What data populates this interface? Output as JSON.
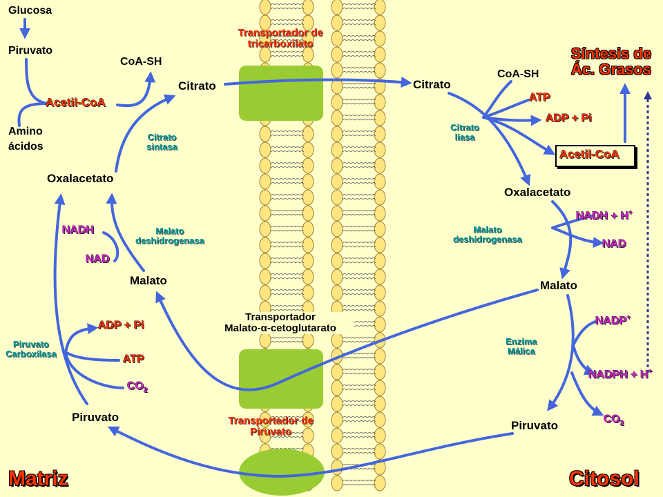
{
  "matrix": {
    "glucosa": "Glucosa",
    "piruvato_top": "Piruvato",
    "amino_1": "Amino",
    "amino_2": "ácidos",
    "acetil_coa": "Acetil-CoA",
    "coa_sh": "CoA-SH",
    "citrato": "Citrato",
    "citrato_sintasa_1": "Citrato",
    "citrato_sintasa_2": "sintasa",
    "oxalacetato": "Oxalacetato",
    "nadh": "NADH",
    "nad": "NAD",
    "malato_desh_1": "Malato",
    "malato_desh_2": "deshidrogenasa",
    "malato": "Malato",
    "adp_pi": "ADP + Pi",
    "atp": "ATP",
    "co2": "CO",
    "co2_sub": "2",
    "pir_carbox_1": "Piruvato",
    "pir_carbox_2": "Carboxilasa",
    "piruvato_bottom": "Piruvato",
    "label": "Matriz"
  },
  "membrane": {
    "tricarb_1": "Transportador de",
    "tricarb_2": "tricarboxilato",
    "mac_1": "Transportador",
    "mac_2": "Malato-α-cetoglutarato",
    "pir_1": "Transportador de",
    "pir_2": "Piruvato"
  },
  "cytosol": {
    "citrato": "Citrato",
    "coa_sh": "CoA-SH",
    "atp": "ATP",
    "adp_pi": "ADP + Pi",
    "citrato_liasa_1": "Citrato",
    "citrato_liasa_2": "liasa",
    "acetil_coa": "Acetil-CoA",
    "sintesis_1": "Síntesis de",
    "sintesis_2": "Ác. Grasos",
    "oxalacetato": "Oxalacetato",
    "nadh_h": "NADH + H",
    "nadh_h_sup": "+",
    "nad": "NAD",
    "malato_desh_1": "Malato",
    "malato_desh_2": "deshidrogenasa",
    "malato": "Malato",
    "nadp": "NADP",
    "nadp_sup": "+",
    "enzima_1": "Enzima",
    "enzima_2": "Málica",
    "nadph_h": "NADPH + H",
    "nadph_h_sup": "+",
    "co2": "CO",
    "co2_sub": "2",
    "piruvato": "Piruvato",
    "label": "Citosol"
  },
  "colors": {
    "background": "#ffffcc",
    "arrow": "#4466dd",
    "transporter": "#99cc33",
    "lipid_head": "#ffe680",
    "enzyme_text": "#009999",
    "cofactor_text": "#d020d0",
    "product_text": "#ff2a00"
  }
}
